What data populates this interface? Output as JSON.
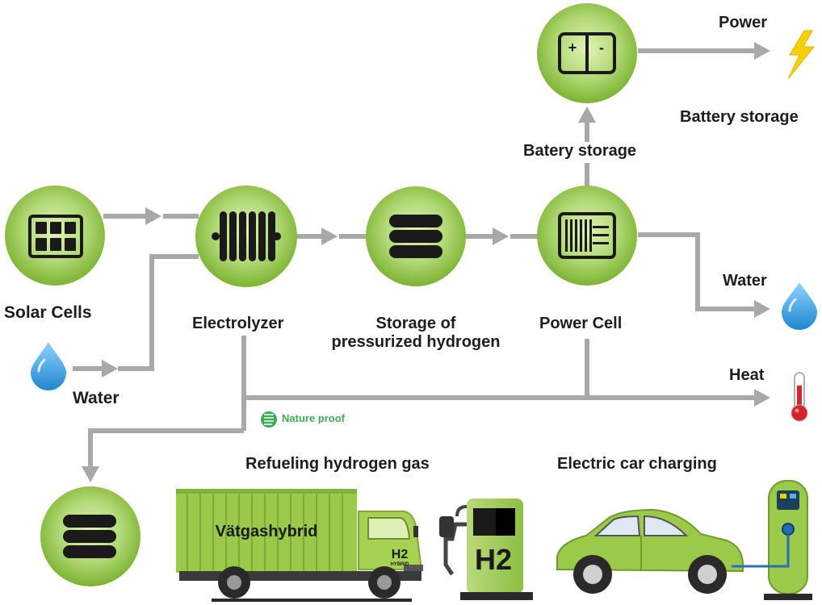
{
  "nodes": {
    "solar_cells": "Solar Cells",
    "electrolyzer": "Electrolyzer",
    "storage_line1": "Storage of",
    "storage_line2": "pressurized hydrogen",
    "power_cell": "Power Cell"
  },
  "labels": {
    "water_input": "Water",
    "battery_arrow": "Batery storage",
    "power_output": "Power",
    "battery_output": "Battery storage",
    "water_output": "Water",
    "heat_output": "Heat",
    "refueling": "Refueling hydrogen gas",
    "ev_charging": "Electric car charging"
  },
  "watermark": "Nature proof",
  "truck": {
    "text": "Vätgashybrid",
    "badge_h2": "H2",
    "badge_sub": "HYBRID"
  },
  "pump": {
    "text": "H2"
  },
  "icons": [
    "solar-panel-icon",
    "radiator-icon",
    "gas-tanks-icon",
    "fuel-cell-icon",
    "battery-icon",
    "water-drop-icon",
    "lightning-bolt-icon",
    "thermometer-icon"
  ],
  "colors": {
    "circle_fill": "#8cc640",
    "connector": "#a8a8a8",
    "vehicle_green": "#9bc94a",
    "water_drop": "#3aa0e0",
    "bolt": "#f6d000",
    "thermometer": "#d8232a"
  }
}
